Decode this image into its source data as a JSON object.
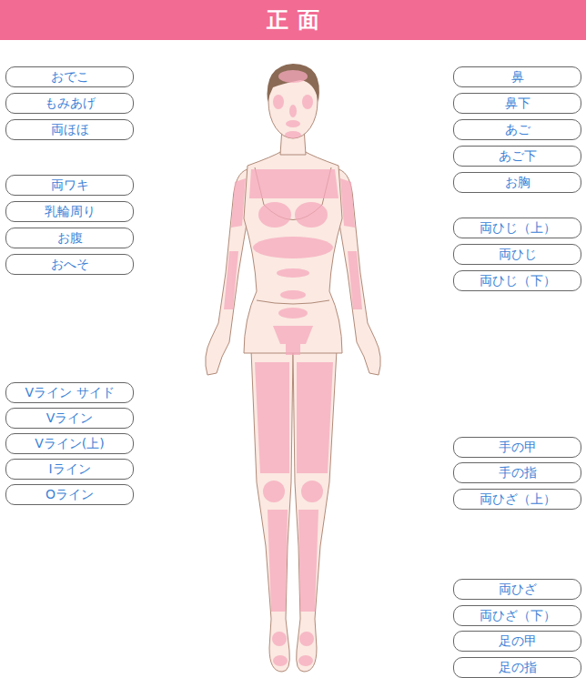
{
  "diagram": {
    "title": "正面",
    "nodes": [
      {
        "text": [
          "おでこ"
        ]
      },
      {
        "text": [
          "もみあげ"
        ]
      },
      {
        "text": [
          "両ほほ"
        ]
      },
      {
        "text": [
          "両ワキ"
        ]
      },
      {
        "text": [
          "乳輪周り"
        ]
      },
      {
        "text": [
          "お腹"
        ]
      },
      {
        "text": [
          "おへそ"
        ]
      },
      {
        "text": [
          "Vライン サイド"
        ]
      },
      {
        "text": [
          "Vライン"
        ]
      },
      {
        "text": [
          "Vライン(上)"
        ]
      },
      {
        "text": [
          "Iライン"
        ]
      },
      {
        "text": [
          "Oライン"
        ]
      },
      {
        "text": [
          "鼻"
        ]
      },
      {
        "text": [
          "鼻下"
        ]
      },
      {
        "text": [
          "あご"
        ]
      },
      {
        "text": [
          "あご下"
        ]
      },
      {
        "text": [
          "お胸"
        ]
      },
      {
        "text": [
          "両ひじ（上）"
        ]
      },
      {
        "text": [
          "両ひじ"
        ]
      },
      {
        "text": [
          "両ひじ（下）"
        ]
      },
      {
        "text": [
          "手の甲"
        ]
      },
      {
        "text": [
          "手の指"
        ]
      },
      {
        "text": [
          "両ひざ（上）"
        ]
      },
      {
        "text": [
          "両ひざ"
        ]
      },
      {
        "text": [
          "両ひざ（下）"
        ]
      },
      {
        "text": [
          "足の甲"
        ]
      },
      {
        "text": [
          "足の指"
        ]
      }
    ]
  }
}
